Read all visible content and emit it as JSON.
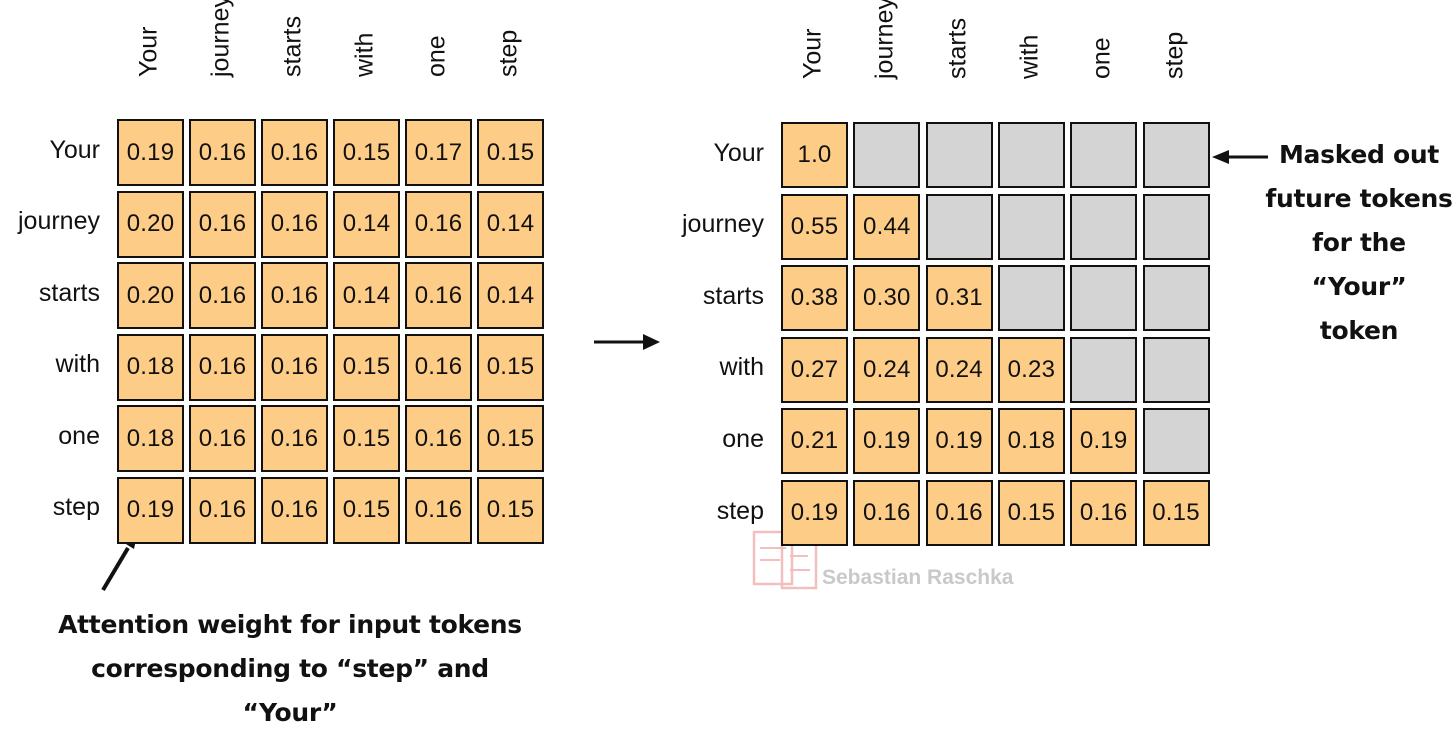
{
  "tokens": [
    "Your",
    "journey",
    "starts",
    "with",
    "one",
    "step"
  ],
  "left_matrix": [
    [
      "0.19",
      "0.16",
      "0.16",
      "0.15",
      "0.17",
      "0.15"
    ],
    [
      "0.20",
      "0.16",
      "0.16",
      "0.14",
      "0.16",
      "0.14"
    ],
    [
      "0.20",
      "0.16",
      "0.16",
      "0.14",
      "0.16",
      "0.14"
    ],
    [
      "0.18",
      "0.16",
      "0.16",
      "0.15",
      "0.16",
      "0.15"
    ],
    [
      "0.18",
      "0.16",
      "0.16",
      "0.15",
      "0.16",
      "0.15"
    ],
    [
      "0.19",
      "0.16",
      "0.16",
      "0.15",
      "0.16",
      "0.15"
    ]
  ],
  "right_matrix": [
    [
      "1.0",
      null,
      null,
      null,
      null,
      null
    ],
    [
      "0.55",
      "0.44",
      null,
      null,
      null,
      null
    ],
    [
      "0.38",
      "0.30",
      "0.31",
      null,
      null,
      null
    ],
    [
      "0.27",
      "0.24",
      "0.24",
      "0.23",
      null,
      null
    ],
    [
      "0.21",
      "0.19",
      "0.19",
      "0.18",
      "0.19",
      null
    ],
    [
      "0.19",
      "0.16",
      "0.16",
      "0.15",
      "0.16",
      "0.15"
    ]
  ],
  "annotations": {
    "bottom_line1": "Attention weight for input tokens",
    "bottom_line2": "corresponding to “step” and “Your”",
    "right_line1": "Masked out",
    "right_line2": "future tokens",
    "right_line3": "for the “Your”",
    "right_line4": "token"
  },
  "watermark": "Sebastian Raschka",
  "colors": {
    "value_cell": "#fdcc86",
    "masked_cell": "#d4d4d4",
    "border": "#111111",
    "watermark": "#c9c9c9"
  }
}
